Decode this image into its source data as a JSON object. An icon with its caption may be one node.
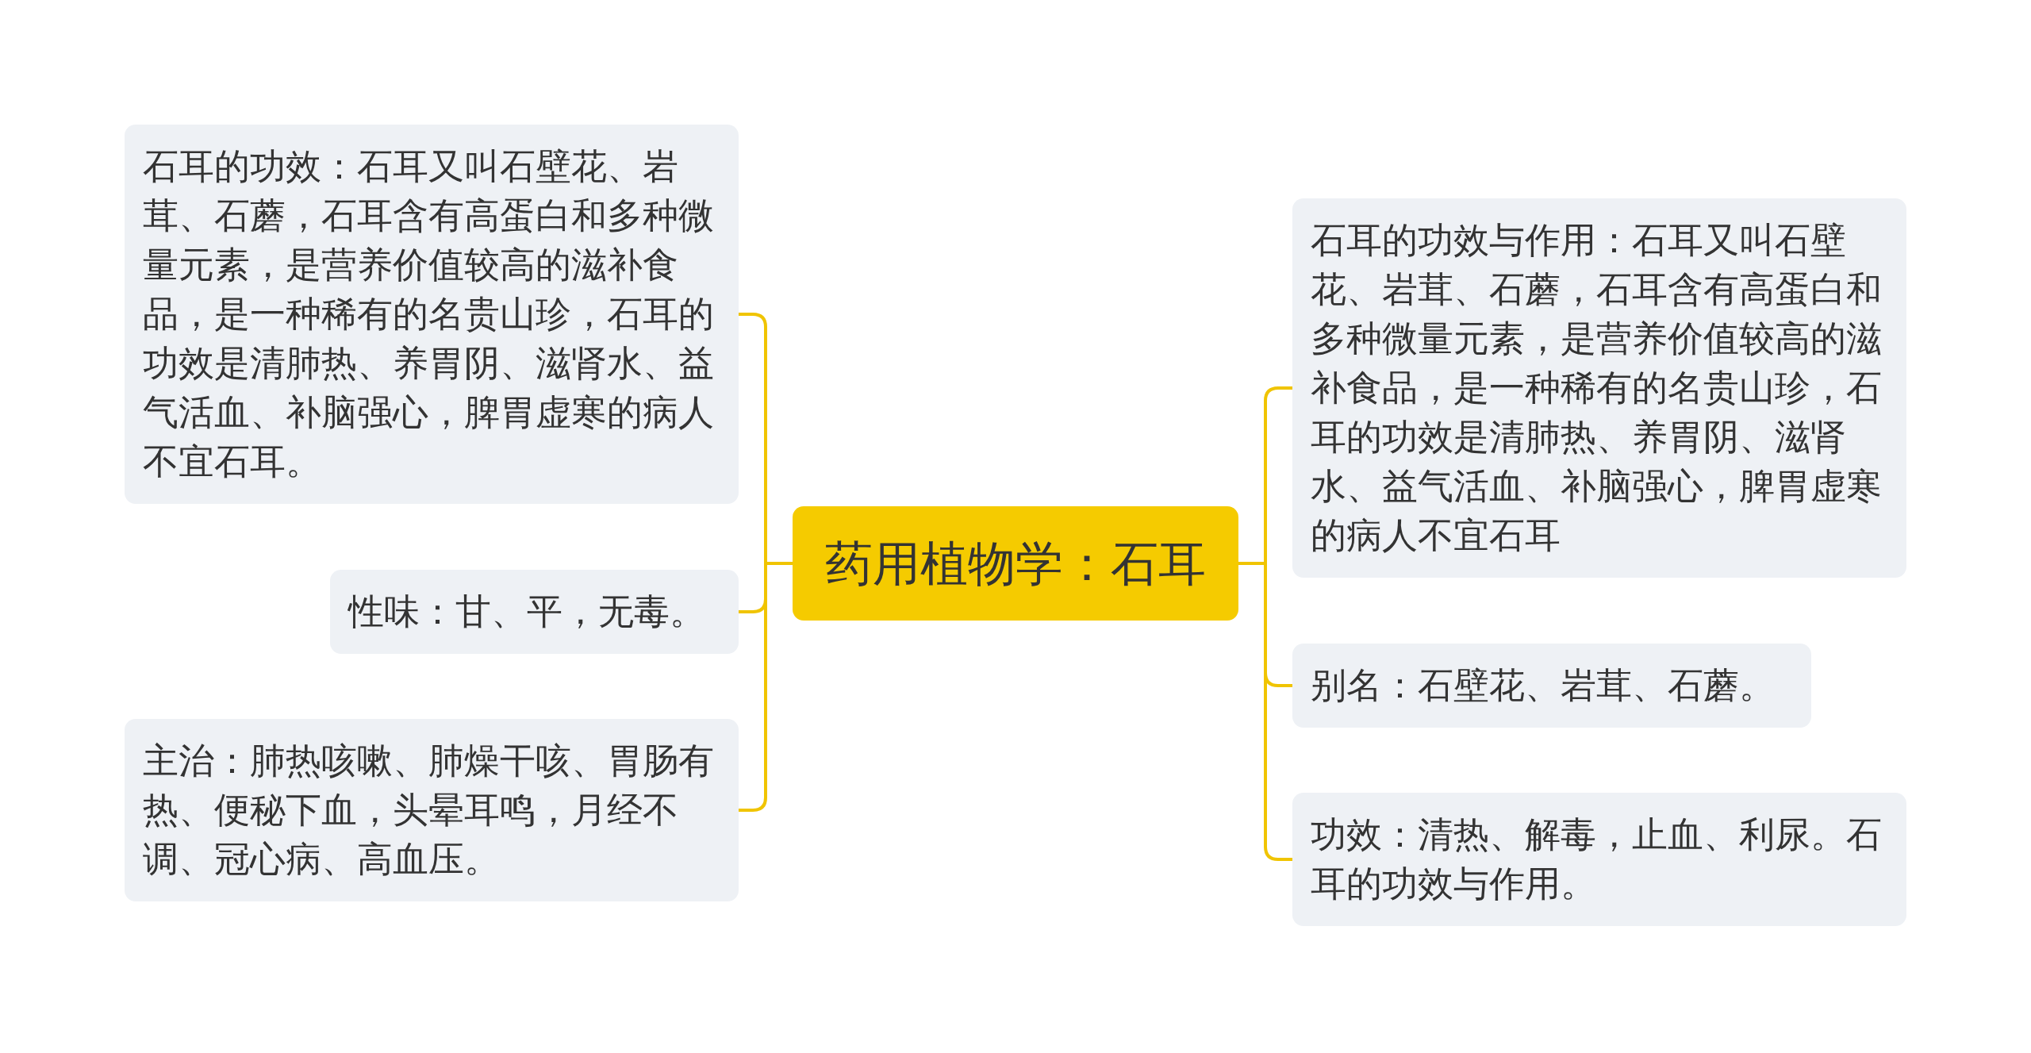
{
  "diagram": {
    "nodes": [
      {
        "text": [
          "药用植物学：石耳"
        ]
      },
      {
        "text": [
          "石耳的功效：石耳又叫石壁花、岩茸、石蘑，石耳含有高蛋白和多种微量元素，是营养价值较高的滋补食品，是一种稀有的名贵山珍，石耳的功效是清肺热、养胃阴、滋肾水、益气活血、补脑强心，脾胃虚寒的病人不宜石耳。"
        ]
      },
      {
        "text": [
          "性味：甘、平，无毒。"
        ]
      },
      {
        "text": [
          "主治：肺热咳嗽、肺燥干咳、胃肠有热、便秘下血，头晕耳鸣，月经不调、冠心病、高血压。"
        ]
      },
      {
        "text": [
          "石耳的功效与作用：石耳又叫石壁花、岩茸、石蘑，石耳含有高蛋白和多种微量元素，是营养价值较高的滋补食品，是一种稀有的名贵山珍，石耳的功效是清肺热、养胃阴、滋肾水、益气活血、补脑强心，脾胃虚寒的病人不宜石耳"
        ]
      },
      {
        "text": [
          "别名：石壁花、岩茸、石蘑。"
        ]
      },
      {
        "text": [
          "功效：清热、解毒，止血、利尿。石耳的功效与作用。"
        ]
      }
    ],
    "edges": [
      {
        "from": 0,
        "to": 1,
        "arrow": "none"
      },
      {
        "from": 0,
        "to": 2,
        "arrow": "none"
      },
      {
        "from": 0,
        "to": 3,
        "arrow": "none"
      },
      {
        "from": 0,
        "to": 4,
        "arrow": "none"
      },
      {
        "from": 0,
        "to": 5,
        "arrow": "none"
      },
      {
        "from": 0,
        "to": 6,
        "arrow": "none"
      }
    ]
  }
}
